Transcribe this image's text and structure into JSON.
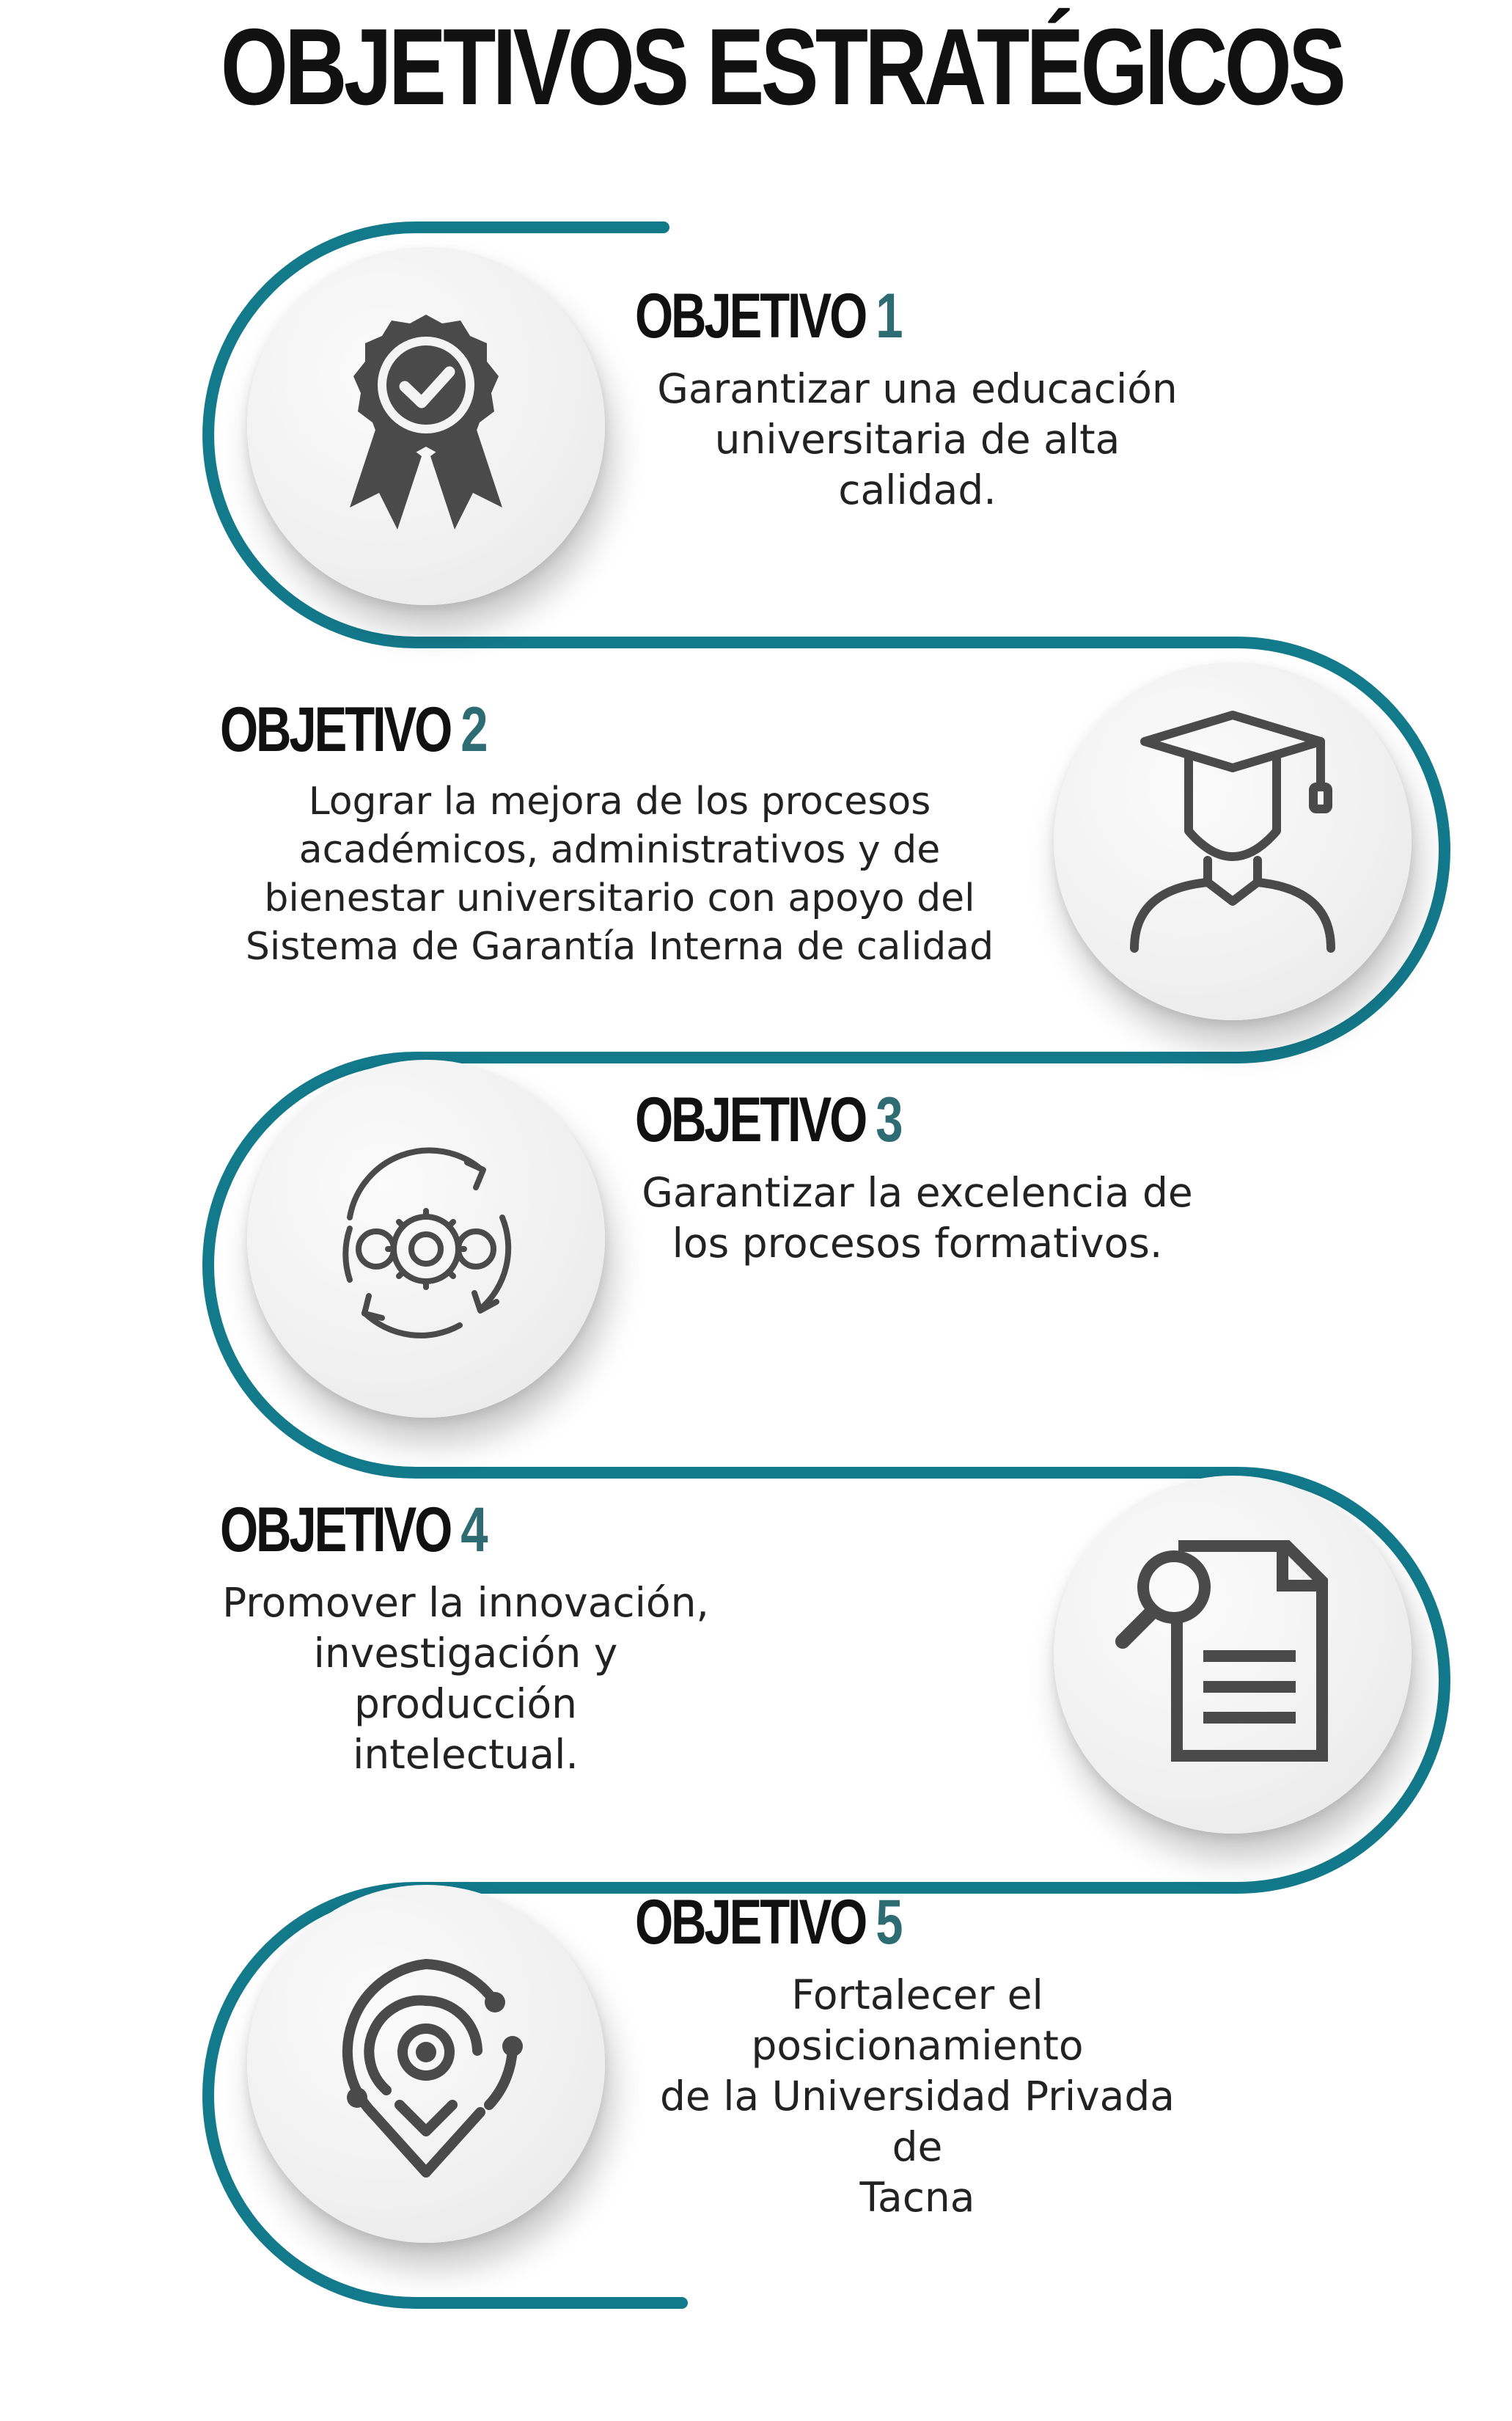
{
  "title": "OBJETIVOS ESTRATÉGICOS",
  "objectives": [
    {
      "heading": "OBJETIVO",
      "number": "1",
      "text": "Garantizar una educación\nuniversitaria de alta calidad.",
      "icon": "award-ribbon-check-icon"
    },
    {
      "heading": "OBJETIVO",
      "number": "2",
      "text": "Lograr la mejora de los procesos\nacadémicos, administrativos y de\nbienestar universitario con apoyo del\nSistema de Garantía Interna de calidad",
      "icon": "graduate-cap-icon"
    },
    {
      "heading": "OBJETIVO",
      "number": "3",
      "text": "Garantizar la excelencia de\nlos procesos formativos.",
      "icon": "gears-cycle-icon"
    },
    {
      "heading": "OBJETIVO",
      "number": "4",
      "text": "Promover la innovación,\ninvestigación y producción\nintelectual.",
      "icon": "document-search-icon"
    },
    {
      "heading": "OBJETIVO",
      "number": "5",
      "text": "Fortalecer el posicionamiento\nde la Universidad Privada de\nTacna",
      "icon": "location-target-icon"
    }
  ],
  "colors": {
    "path": "#137a8c",
    "number": "#2e6c73",
    "icon": "#4a4a4a",
    "heading": "#111111"
  }
}
